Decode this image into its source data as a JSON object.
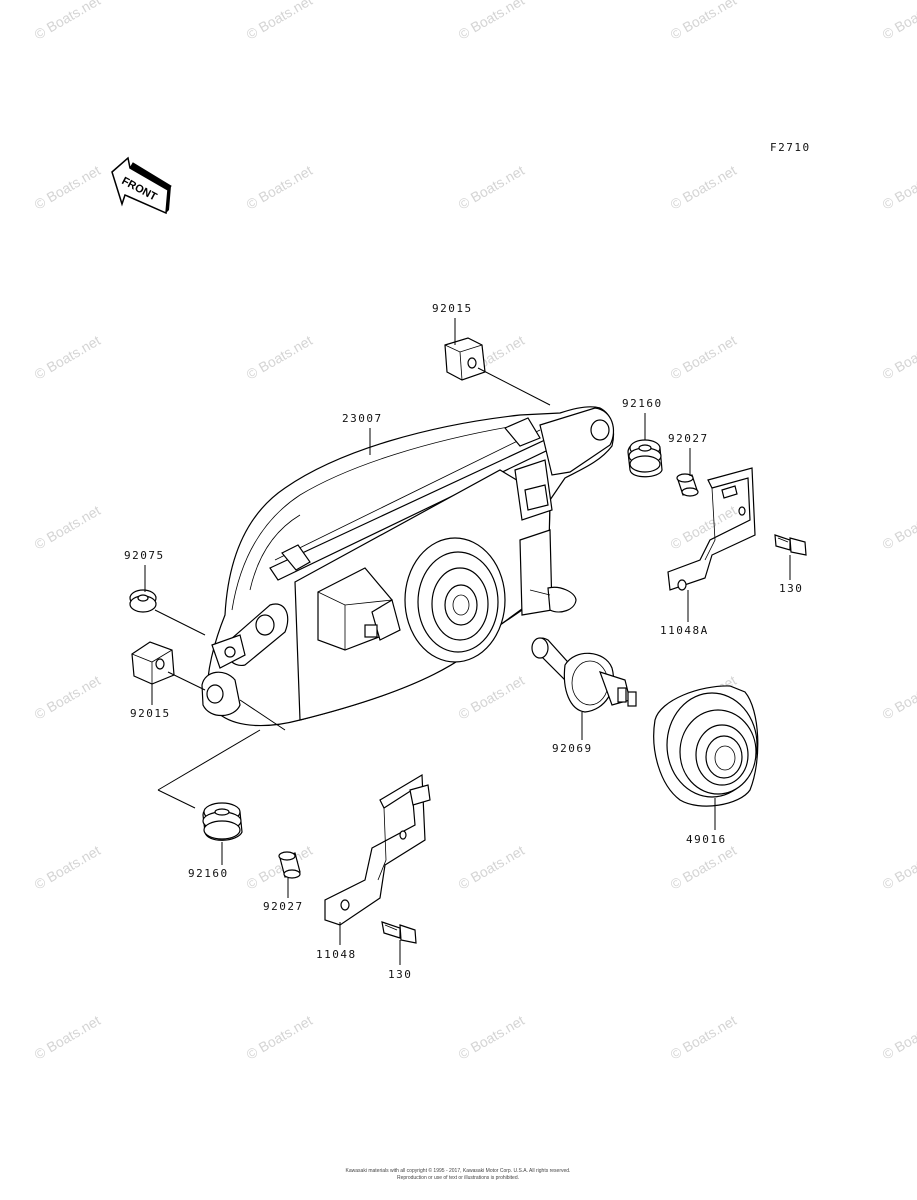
{
  "figure_code": "F2710",
  "front_label": "FRONT",
  "watermark": "© Boats.net",
  "footer": {
    "line1": "Kawasaki materials with all copyright © 1995 - 2017, Kawasaki Motor Corp. U.S.A. All rights reserved.",
    "line2": "Reproduction or use of text or illustrations is prohibited."
  },
  "callouts": [
    {
      "id": "c1",
      "label": "92015"
    },
    {
      "id": "c2",
      "label": "23007"
    },
    {
      "id": "c3",
      "label": "92160"
    },
    {
      "id": "c4",
      "label": "92027"
    },
    {
      "id": "c5",
      "label": "130"
    },
    {
      "id": "c6",
      "label": "11048A"
    },
    {
      "id": "c7",
      "label": "92075"
    },
    {
      "id": "c8",
      "label": "92015"
    },
    {
      "id": "c9",
      "label": "92069"
    },
    {
      "id": "c10",
      "label": "49016"
    },
    {
      "id": "c11",
      "label": "92160"
    },
    {
      "id": "c12",
      "label": "92027"
    },
    {
      "id": "c13",
      "label": "11048"
    },
    {
      "id": "c14",
      "label": "130"
    }
  ]
}
